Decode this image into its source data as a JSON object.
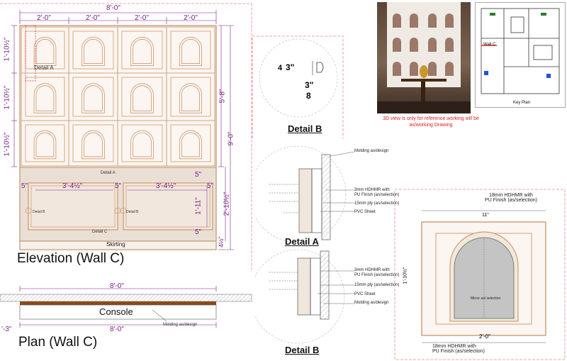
{
  "elevation": {
    "title": "Elevation (Wall C)",
    "overall_width": "8'-0\"",
    "column_widths": [
      "2'-0\"",
      "2'-0\"",
      "2'-0\"",
      "2'-0\""
    ],
    "row_heights": [
      "1'-10½\"",
      "1'-10½\"",
      "1'-10½\""
    ],
    "upper_height": "5'-8\"",
    "total_height": "9'-0\"",
    "lower_height": "2'-10½\"",
    "detail_a_label": "Detail A",
    "detail_a_mid_label": "Detail A",
    "detail_b_label": "Detail B",
    "detail_b_label_right": "Detail B",
    "detail_c_label": "Detail C",
    "skirting_label": "Skirting",
    "cabinet_left_gap": "5\"",
    "cabinet_mid_gap": "5\"",
    "cabinet_right_gap": "5\"",
    "cabinet_top_gap": "5\"",
    "cabinet_bottom_gap": "5\"",
    "cabinet_width_left": "3'-4½\"",
    "cabinet_width_right": "3'-4½\"",
    "cabinet_height": "1'-11\"",
    "skirting_height": "4½\""
  },
  "plan": {
    "title": "Plan (Wall C)",
    "width_top": "8'-0\"",
    "width_bottom": "8'-0\"",
    "console_label": "Console",
    "molding_label": "Molding as/design",
    "depth_label": "'-3\""
  },
  "detail_b_small": {
    "title": "Detail B",
    "dim_a": "3\"",
    "dim_a_sub": "4",
    "dim_b": "3\"",
    "dim_b_sub": "8"
  },
  "detail_a": {
    "title": "Detail A",
    "labels": [
      "Molding as/design",
      "3mm HDHMR with",
      "PU Finish (as/selection)",
      "15mm ply (as/selection)",
      "PVC Sheet"
    ]
  },
  "detail_b": {
    "title": "Detail B",
    "labels": [
      "3mm HDHMR with",
      "PU Finish (as/selection)",
      "15mm ply (as/selection)",
      "PVC Sheet",
      "Molding as/design"
    ]
  },
  "reference": {
    "note_line1": "3D view is only for reference.working will be",
    "note_line2": "as/working Drawing",
    "key_plan_label": "Key Plan",
    "wall_label": "Wall C"
  },
  "arch_detail": {
    "top_label_line1": "18mm HDHMR with",
    "top_label_line2": "PU Finish (as/selection)",
    "bottom_label_line1": "18mm HDHMR with",
    "bottom_label_line2": "PU Finish (as/selection)",
    "mirror_label": "Mirror as/ selection",
    "width_label": "2'-0\"",
    "inner_width": "11\"",
    "height_label": "1'-10½\""
  },
  "colors": {
    "dimension": "#7a1e8c",
    "panel_line": "#c98a5a",
    "cabinet_fill": "#eadfd4",
    "console_wood": "#8b4a1a",
    "mirror_grey": "#c4c4c4",
    "note_red": "#e02020"
  }
}
